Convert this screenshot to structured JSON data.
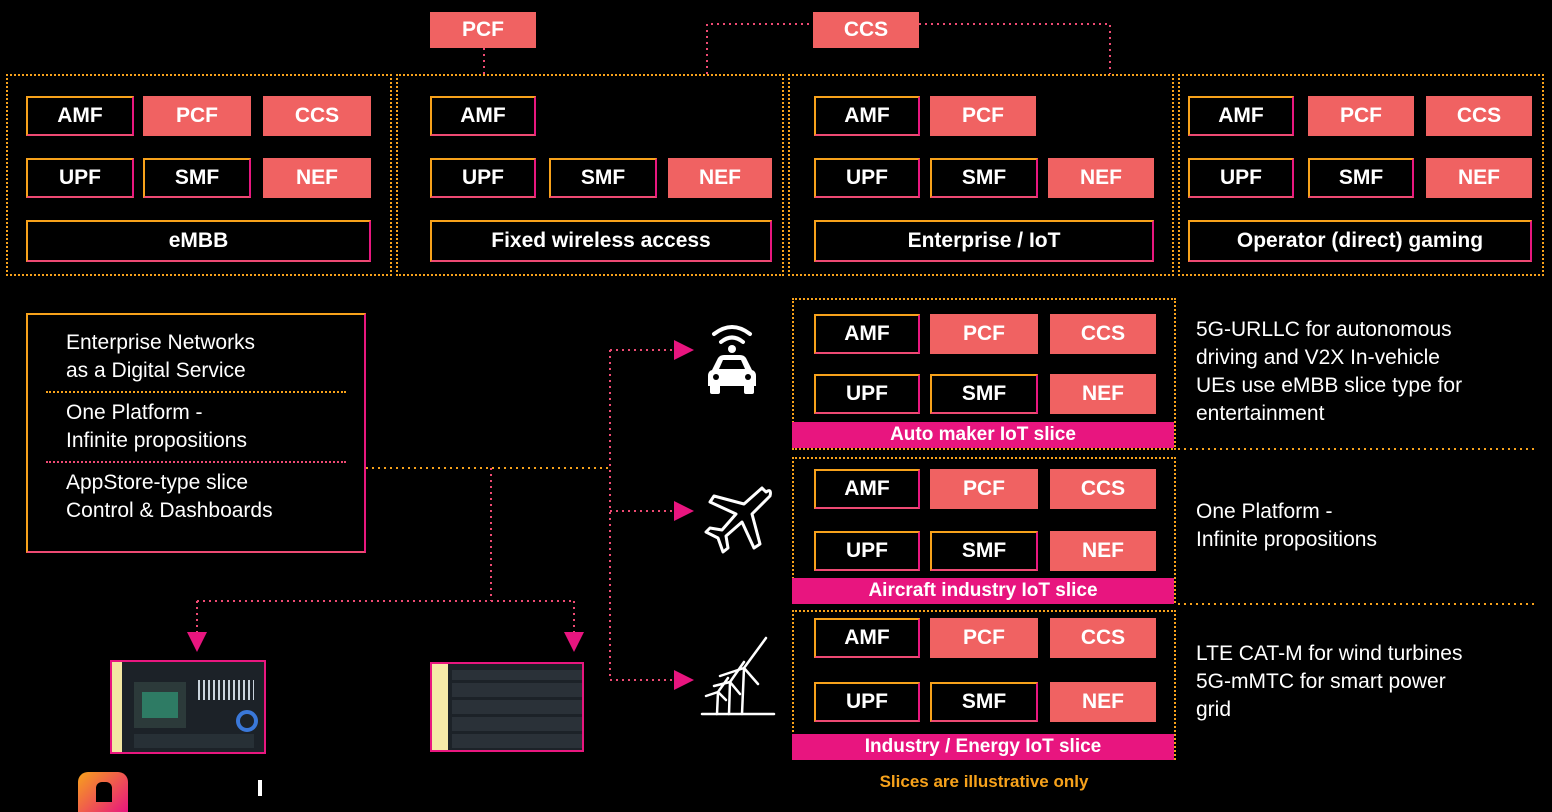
{
  "functions": {
    "amf": "AMF",
    "pcf": "PCF",
    "ccs": "CCS",
    "upf": "UPF",
    "smf": "SMF",
    "nef": "NEF"
  },
  "shared_top": {
    "pcf": "PCF",
    "ccs": "CCS"
  },
  "top_slices": [
    {
      "label": "eMBB"
    },
    {
      "label": "Fixed wireless access"
    },
    {
      "label": "Enterprise / IoT"
    },
    {
      "label": "Operator (direct) gaming"
    }
  ],
  "platform_box": {
    "items": [
      "Enterprise Networks\nas a Digital Service",
      "One Platform -\nInfinite propositions",
      "AppStore-type slice\nControl & Dashboards"
    ]
  },
  "iot_slices": [
    {
      "title": "Auto maker IoT slice",
      "icon": "connected-car-icon",
      "description": "5G-URLLC for autonomous\ndriving and V2X In-vehicle\nUEs use eMBB slice type for\nentertainment"
    },
    {
      "title": "Aircraft industry IoT slice",
      "icon": "airplane-icon",
      "description": "One Platform -\nInfinite propositions"
    },
    {
      "title": "Industry / Energy IoT slice",
      "icon": "wind-turbine-icon",
      "description": "LTE CAT-M for wind turbines\n5G-mMTC for smart power\ngrid"
    }
  ],
  "footnote": "Slices are illustrative only",
  "colors": {
    "accent_pink": "#e8157f",
    "accent_orange": "#f7a21b",
    "salmon": "#f06262",
    "background": "#000000"
  }
}
